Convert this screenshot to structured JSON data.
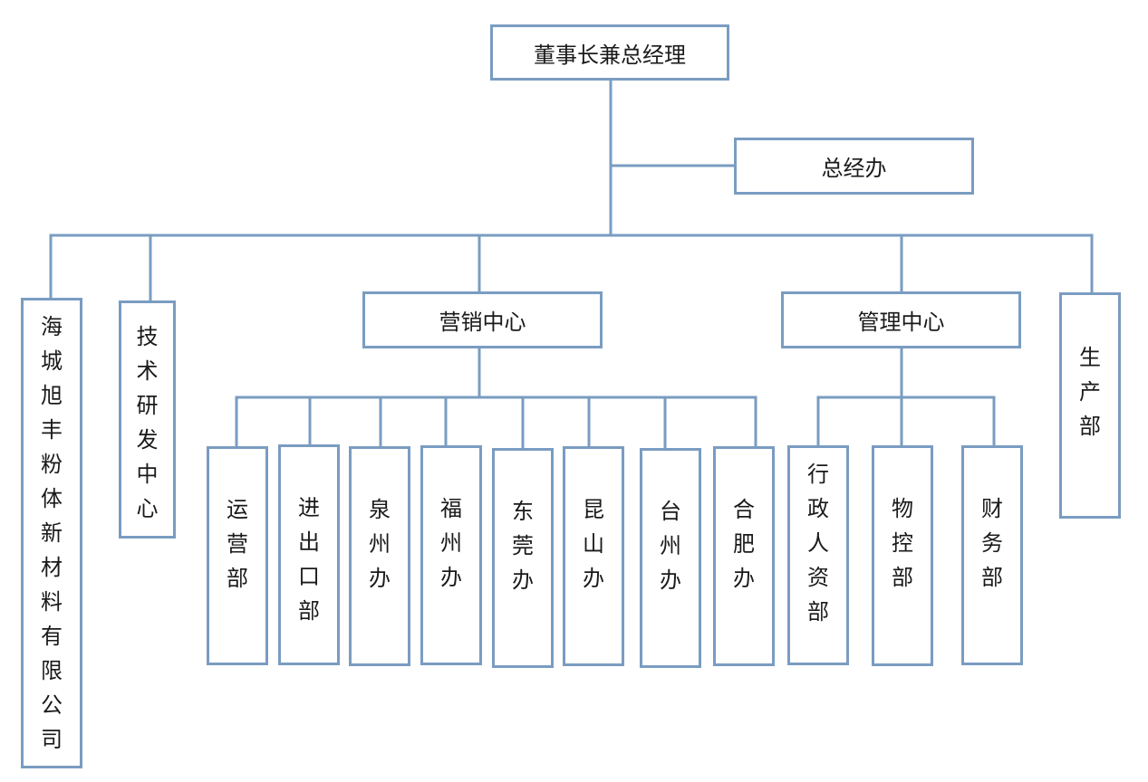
{
  "nodes": {
    "ceo": "董事长兼总经理",
    "gm_office": "总经办",
    "haicheng": "海城旭丰粉体新材料有限公司",
    "tech_center": "技术研发中心",
    "marketing": "营销中心",
    "management": "管理中心",
    "production": "生产部",
    "operations": "运营部",
    "import_export": "进出口部",
    "quanzhou": "泉州办",
    "fuzhou": "福州办",
    "dongguan": "东莞办",
    "kunshan": "昆山办",
    "taizhou": "台州办",
    "hefei": "合肥办",
    "admin_hr": "行政人资部",
    "material_control": "物控部",
    "finance": "财务部"
  },
  "colors": {
    "line": "#7a9cc1",
    "border": "#7a9cc1",
    "text": "#1a1a1a"
  }
}
